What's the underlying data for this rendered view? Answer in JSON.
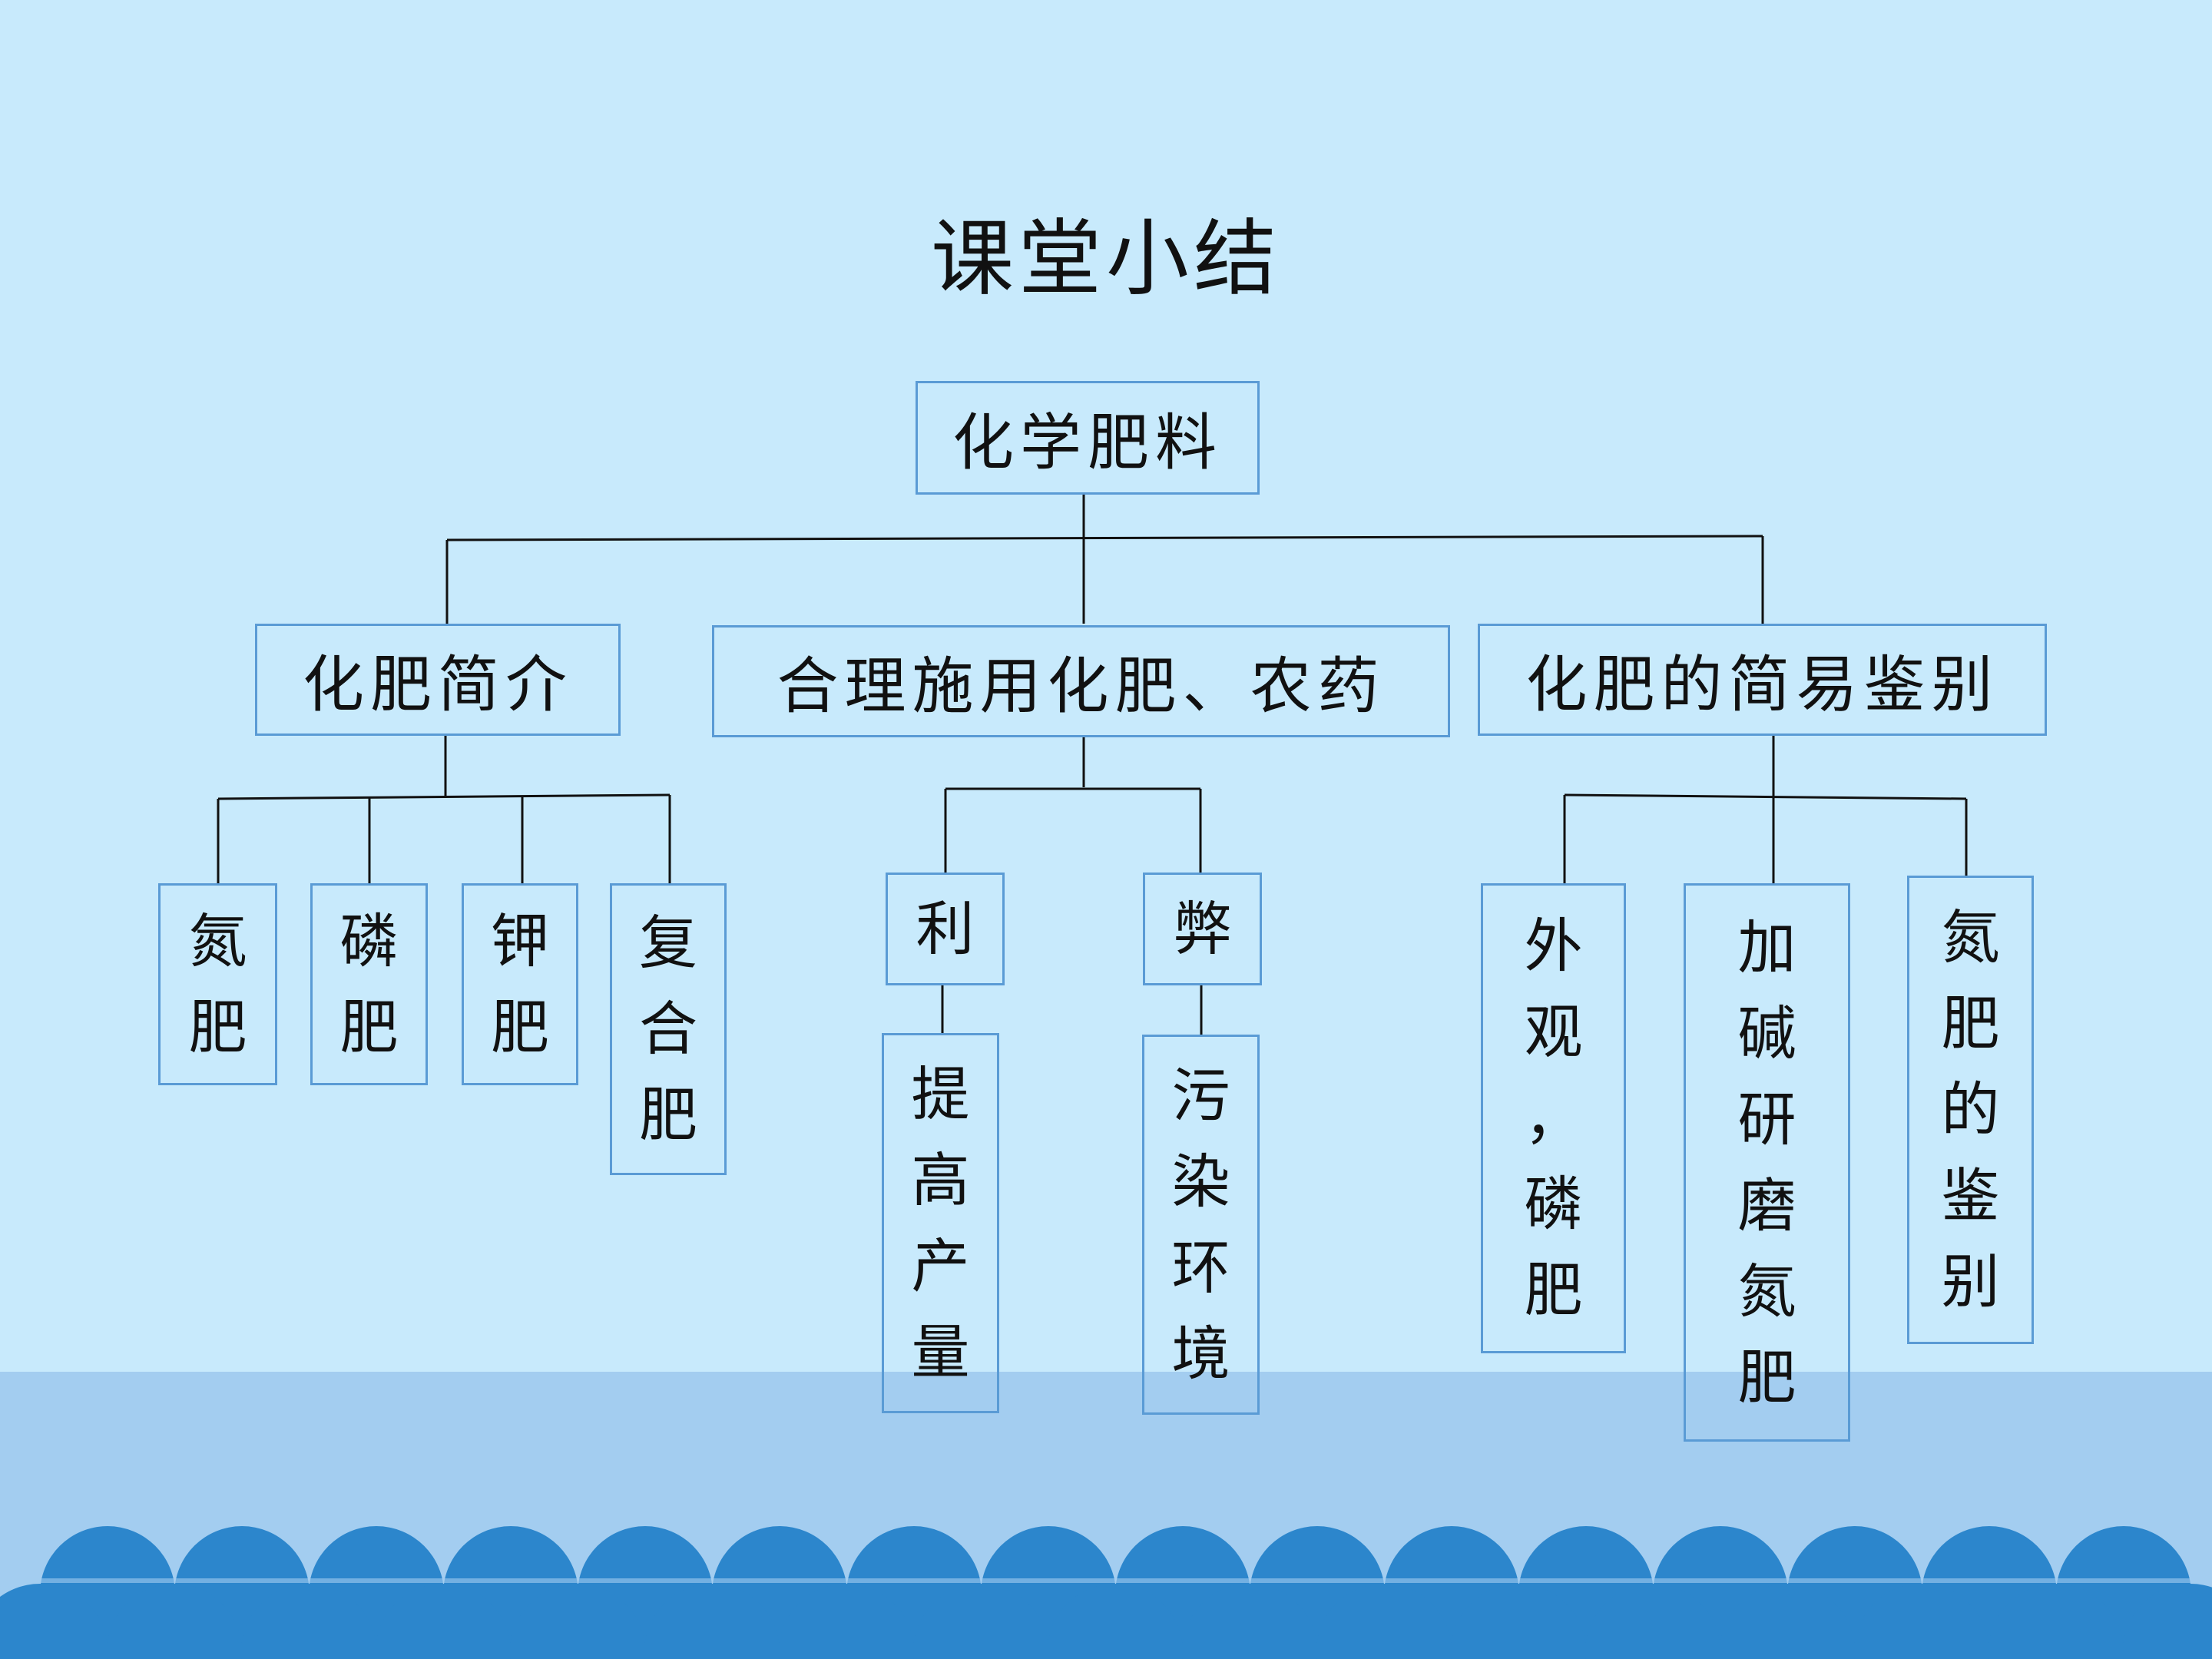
{
  "title": "课堂小结",
  "root": "化学肥料",
  "branches": [
    {
      "label": "化肥简介",
      "children": [
        "氮肥",
        "磷肥",
        "钾肥",
        "复合肥"
      ]
    },
    {
      "label": "合理施用化肥、农药",
      "children": [
        {
          "label": "利",
          "result": "提高产量"
        },
        {
          "label": "弊",
          "result": "污染环境"
        }
      ]
    },
    {
      "label": "化肥的简易鉴别",
      "children": [
        "外观，磷肥",
        "加碱研磨氮肥",
        "氮肥的鉴别"
      ]
    }
  ],
  "colors": {
    "background": "#c8eafc",
    "band": "#a3cdf0",
    "wave": "#2c86cc",
    "box_border": "#5a9bd5",
    "line": "#111111"
  }
}
